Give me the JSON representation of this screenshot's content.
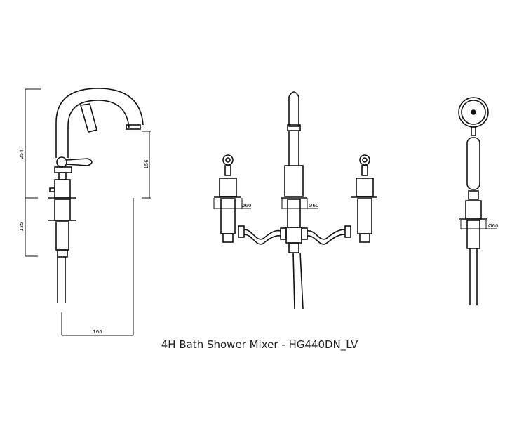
{
  "title": "4H Bath Shower Mixer - HG440DN_LV",
  "dimensions": {
    "overall_height": "254",
    "below_deck": "135",
    "spout_height": "156",
    "spout_reach": "166",
    "valve_diameter": "Ø60",
    "spout_diameter": "Ø60",
    "handset_diameter": "Ø60"
  },
  "colors": {
    "line": "#111111",
    "background": "#ffffff"
  }
}
